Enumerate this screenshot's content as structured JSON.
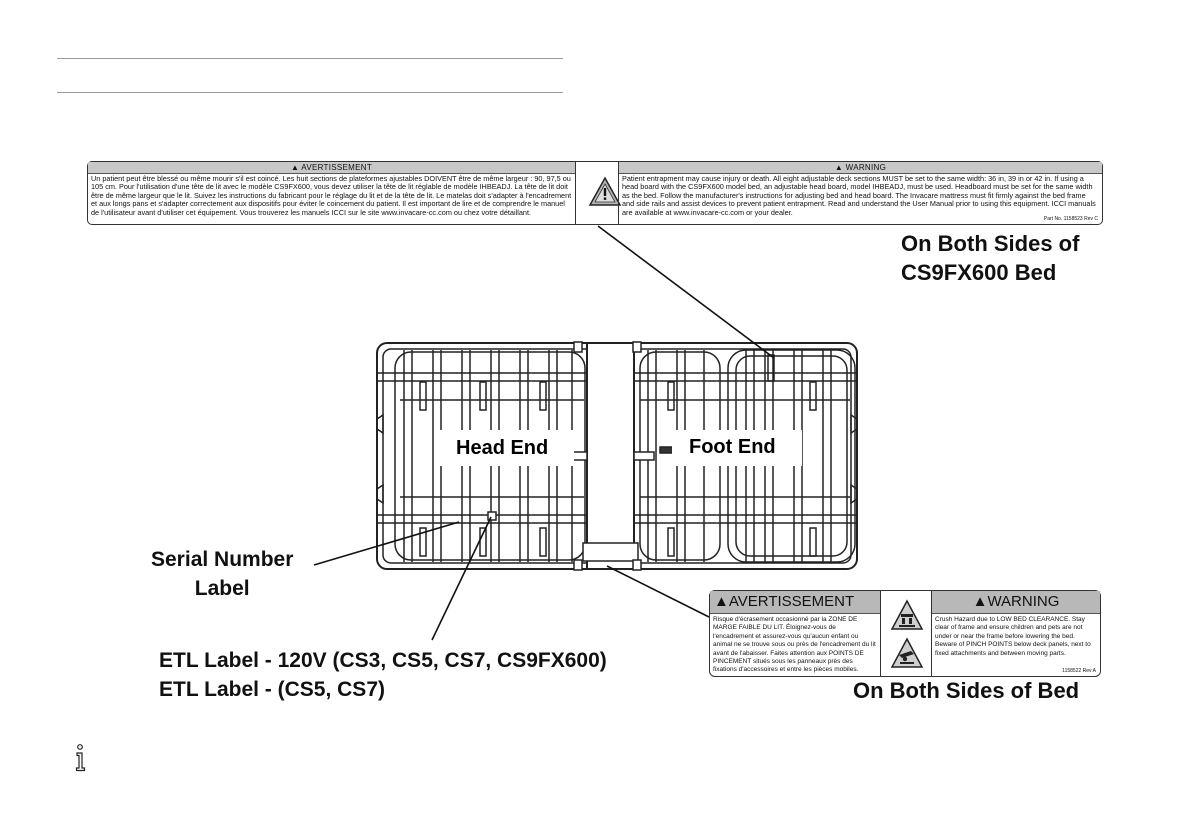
{
  "top_label": {
    "fr_header": "AVERTISSEMENT",
    "fr_text": "Un patient peut être blessé ou même mourir s'il est coincé. Les huit sections de plateformes ajustables DOIVENT être de même largeur : 90, 97,5 ou 105 cm. Pour l'utilisation d'une tête de lit avec le modèle CS9FX600, vous devez utiliser la tête de lit réglable de modèle IHBEADJ. La tête de lit doit être de même largeur que le lit. Suivez les instructions du fabricant pour le réglage du lit et de la tête de lit. Le matelas doit s'adapter à l'encadrement et aux longs pans et s'adapter correctement aux dispositifs pour éviter le coincement du patient. Il est important de lire et de comprendre le manuel de l'utilisateur avant d'utiliser cet équipement. Vous trouverez les manuels ICCI sur le site www.invacare-cc.com ou chez votre détaillant.",
    "en_header": "WARNING",
    "en_text": "Patient entrapment may cause injury or death. All eight adjustable deck sections MUST be set to the same width: 36 in, 39 in or 42 in. If using a head board with the CS9FX600 model bed, an adjustable head board, model IHBEADJ, must be used. Headboard must be set for the same width as the bed. Follow the manufacturer's instructions for adjusting bed and head board. The Invacare mattress must fit firmly against the bed frame and side rails and assist devices to prevent patient entrapment. Read and understand the User Manual prior to using this equipment. ICCI manuals are available at www.invacare-cc.com or your dealer.",
    "part_no": "Part No. 1158523 Rev C"
  },
  "bottom_label": {
    "fr_header": "AVERTISSEMENT",
    "fr_text": "Risque d'écrasement occasionné par la ZONE DE MARGE FAIBLE DU LIT. Éloignez-vous de l'encadrement et assurez-vous qu'aucun enfant ou animal ne se trouve sous ou près de l'encadrement du lit avant de l'abaisser. Faites attention aux POINTS DE PINCEMENT situés sous les panneaux près des fixations d'accessoires et entre les pièces mobiles.",
    "en_header": "WARNING",
    "en_text": "Crush Hazard due to LOW BED CLEARANCE. Stay clear of frame and ensure children and pets are not under or near the frame before lowering the bed. Beware of PINCH POINTS below deck panels, next to fixed attachments and between moving parts.",
    "part_no": "1158522 Rev A"
  },
  "callouts": {
    "cs9_line1": "On Both Sides of",
    "cs9_line2": "CS9FX600 Bed",
    "both_sides": "On Both Sides of Bed",
    "serial_line1": "Serial Number",
    "serial_line2": "Label",
    "etl_line1": "ETL Label - 120V (CS3, CS5, CS7, CS9FX600)",
    "etl_line2": "ETL Label - (CS5, CS7)"
  },
  "bed": {
    "head_end": "Head End",
    "foot_end": "Foot End"
  },
  "icons": {
    "warning": "warning-triangle-icon",
    "info": "info-icon",
    "crush": "crush-hazard-icon",
    "pinch": "pinch-point-icon"
  }
}
